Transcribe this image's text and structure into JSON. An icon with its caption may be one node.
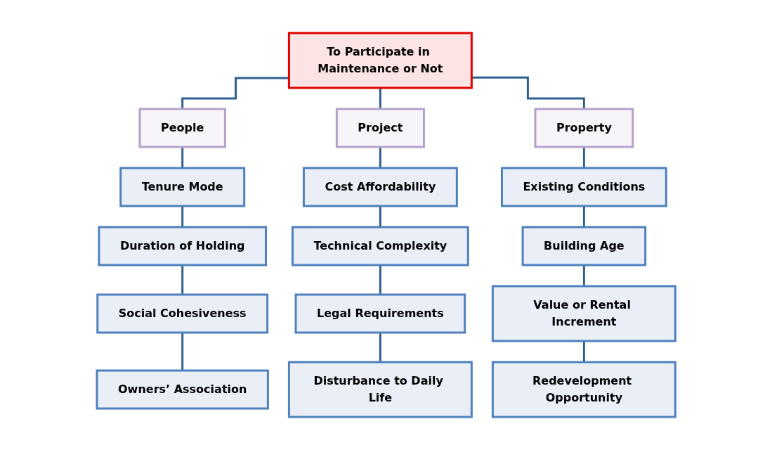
{
  "diagram": {
    "nodes": [
      {
        "text": [
          "To Participate in Maintenance or Not"
        ]
      },
      {
        "text": [
          "People"
        ]
      },
      {
        "text": [
          "Project"
        ]
      },
      {
        "text": [
          "Property"
        ]
      },
      {
        "text": [
          "Tenure Mode"
        ]
      },
      {
        "text": [
          "Cost Affordability"
        ]
      },
      {
        "text": [
          "Existing Conditions"
        ]
      },
      {
        "text": [
          "Duration of Holding"
        ]
      },
      {
        "text": [
          "Technical Complexity"
        ]
      },
      {
        "text": [
          "Building Age"
        ]
      },
      {
        "text": [
          "Social Cohesiveness"
        ]
      },
      {
        "text": [
          "Legal Requirements"
        ]
      },
      {
        "text": [
          "Value or Rental Increment"
        ]
      },
      {
        "text": [
          "Owners’ Association"
        ]
      },
      {
        "text": [
          "Disturbance to Daily Life"
        ]
      },
      {
        "text": [
          "Redevelopment Opportunity"
        ]
      }
    ],
    "edges": [
      {
        "from": 0,
        "to": 1,
        "arrow": "none"
      },
      {
        "from": 0,
        "to": 2,
        "arrow": "none"
      },
      {
        "from": 0,
        "to": 3,
        "arrow": "none"
      },
      {
        "from": 1,
        "to": 4,
        "arrow": "none"
      },
      {
        "from": 4,
        "to": 7,
        "arrow": "none"
      },
      {
        "from": 7,
        "to": 10,
        "arrow": "none"
      },
      {
        "from": 10,
        "to": 13,
        "arrow": "none"
      },
      {
        "from": 2,
        "to": 5,
        "arrow": "none"
      },
      {
        "from": 5,
        "to": 8,
        "arrow": "none"
      },
      {
        "from": 8,
        "to": 11,
        "arrow": "none"
      },
      {
        "from": 11,
        "to": 14,
        "arrow": "none"
      },
      {
        "from": 3,
        "to": 6,
        "arrow": "none"
      },
      {
        "from": 6,
        "to": 9,
        "arrow": "none"
      },
      {
        "from": 9,
        "to": 12,
        "arrow": "none"
      },
      {
        "from": 12,
        "to": 15,
        "arrow": "none"
      }
    ]
  }
}
